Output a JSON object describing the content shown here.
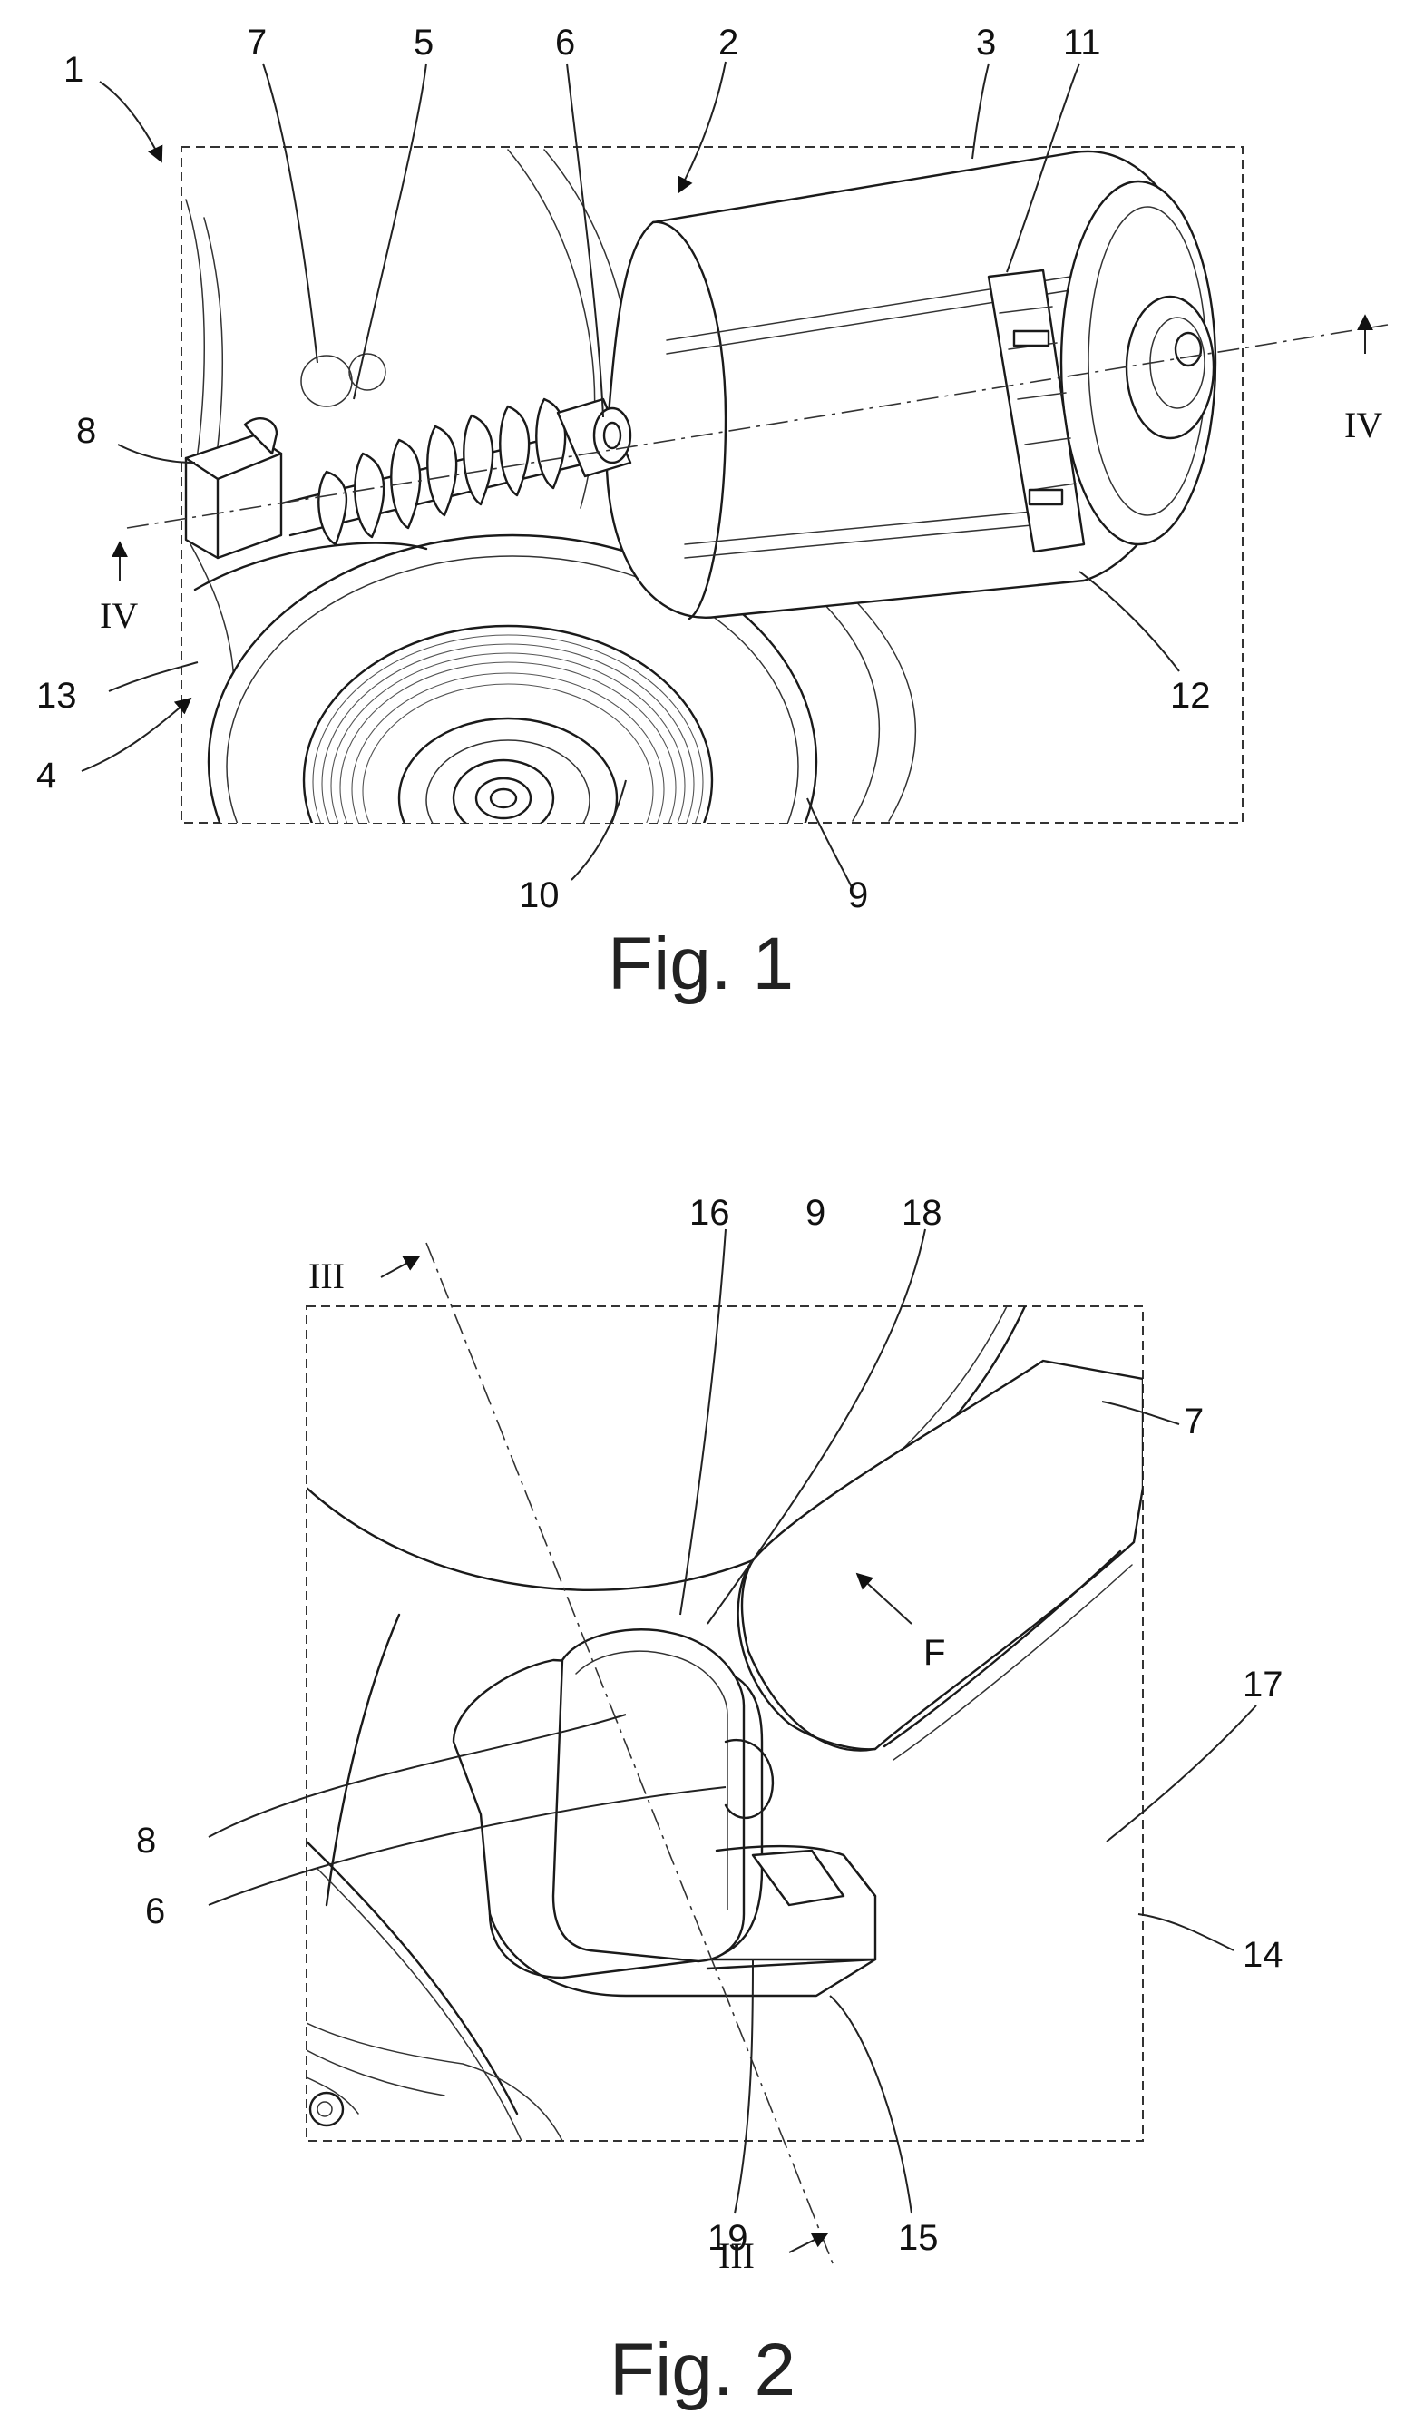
{
  "figure1": {
    "caption": "Fig. 1",
    "labels": {
      "l1": "1",
      "l2": "2",
      "l3": "3",
      "l4": "4",
      "l5": "5",
      "l6": "6",
      "l7": "7",
      "l8": "8",
      "l9": "9",
      "l10": "10",
      "l11": "11",
      "l12": "12",
      "l13": "13",
      "sectionLeft": "IV",
      "sectionRight": "IV"
    }
  },
  "figure2": {
    "caption": "Fig. 2",
    "labels": {
      "l6": "6",
      "l7": "7",
      "l8": "8",
      "l9": "9",
      "l14": "14",
      "l15": "15",
      "l16": "16",
      "l17": "17",
      "l18": "18",
      "l19": "19",
      "lF": "F",
      "sectionTop": "III",
      "sectionBottom": "III"
    }
  }
}
